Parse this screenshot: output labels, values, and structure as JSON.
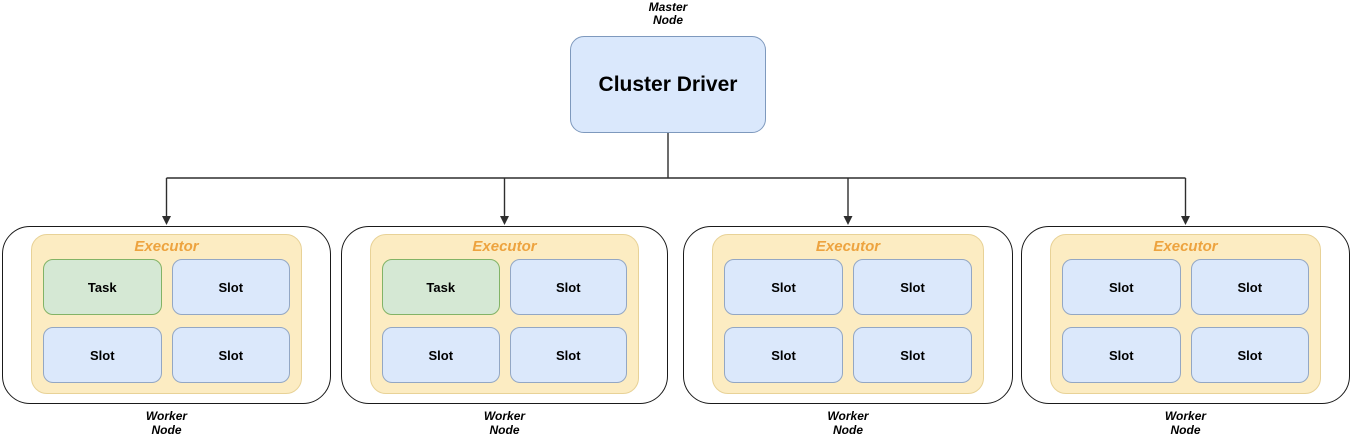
{
  "master_label": [
    "Master",
    "Node"
  ],
  "driver": {
    "label": "Cluster Driver"
  },
  "workers": [
    {
      "executor_title": "Executor",
      "label_lines": [
        "Worker",
        "Node"
      ],
      "cells": [
        {
          "label": "Task",
          "kind": "task"
        },
        {
          "label": "Slot",
          "kind": "slot"
        },
        {
          "label": "Slot",
          "kind": "slot"
        },
        {
          "label": "Slot",
          "kind": "slot"
        }
      ]
    },
    {
      "executor_title": "Executor",
      "label_lines": [
        "Worker",
        "Node"
      ],
      "cells": [
        {
          "label": "Task",
          "kind": "task"
        },
        {
          "label": "Slot",
          "kind": "slot"
        },
        {
          "label": "Slot",
          "kind": "slot"
        },
        {
          "label": "Slot",
          "kind": "slot"
        }
      ]
    },
    {
      "executor_title": "Executor",
      "label_lines": [
        "Worker",
        "Node"
      ],
      "cells": [
        {
          "label": "Slot",
          "kind": "slot"
        },
        {
          "label": "Slot",
          "kind": "slot"
        },
        {
          "label": "Slot",
          "kind": "slot"
        },
        {
          "label": "Slot",
          "kind": "slot"
        }
      ]
    },
    {
      "executor_title": "Executor",
      "label_lines": [
        "Worker",
        "Node"
      ],
      "cells": [
        {
          "label": "Slot",
          "kind": "slot"
        },
        {
          "label": "Slot",
          "kind": "slot"
        },
        {
          "label": "Slot",
          "kind": "slot"
        },
        {
          "label": "Slot",
          "kind": "slot"
        }
      ]
    }
  ],
  "colors": {
    "driver_fill": "#dae8fc",
    "driver_border": "#7e99bd",
    "slot_fill": "#dbe8fb",
    "slot_border": "#93a7c4",
    "task_fill": "#d5e8d4",
    "task_border": "#82b366",
    "executor_fill": "#fcecc2",
    "executor_border": "#e8d297",
    "executor_title": "#eda33f",
    "worker_border": "#1a1a1a",
    "connector": "#2e2e2e",
    "text": "#000000"
  }
}
